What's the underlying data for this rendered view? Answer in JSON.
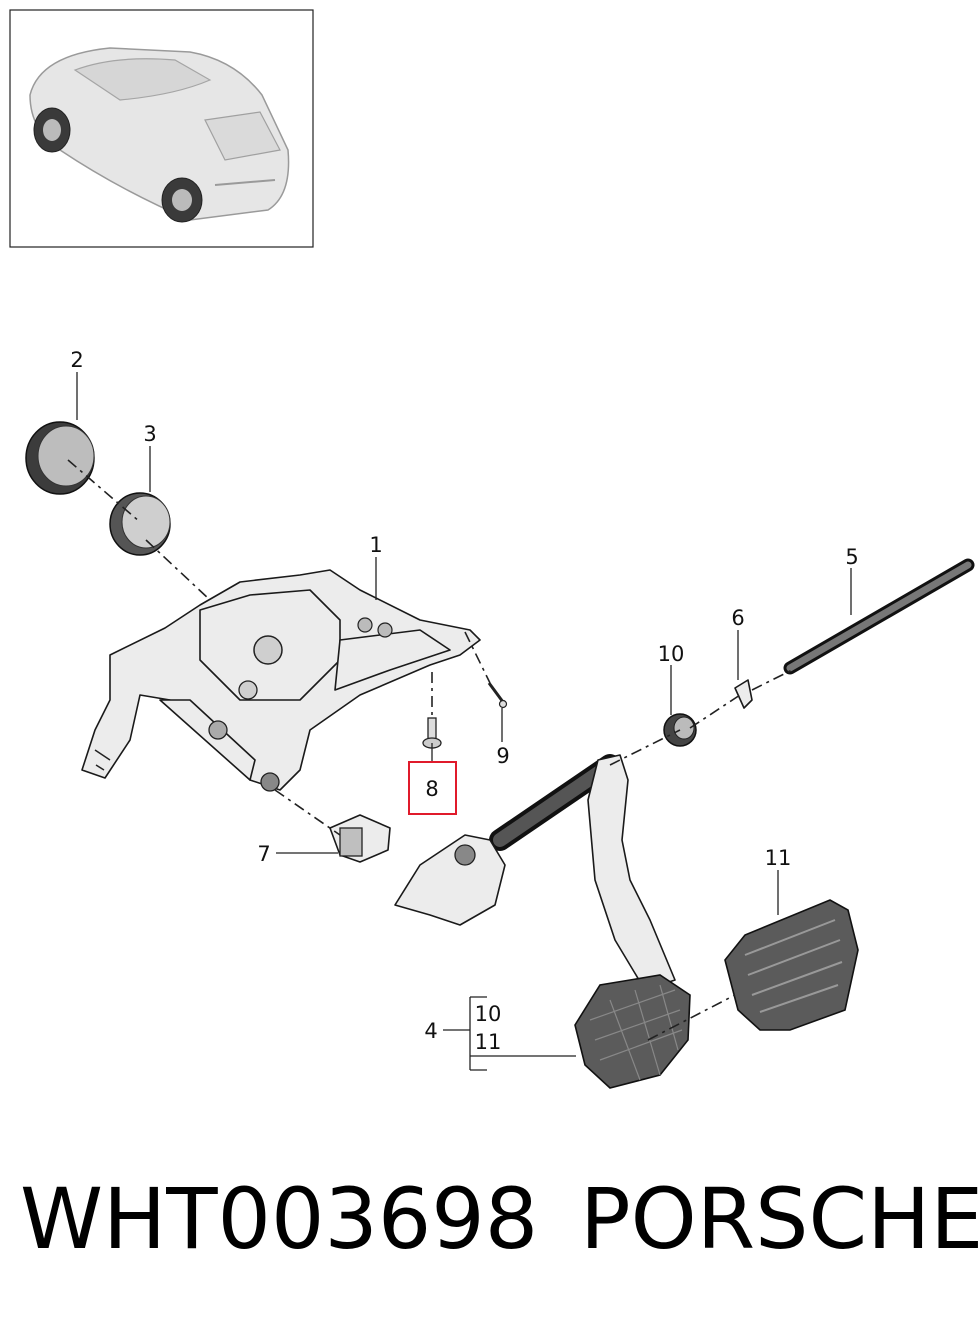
{
  "callouts": {
    "c1": "1",
    "c2": "2",
    "c3": "3",
    "c4": "4",
    "c5": "5",
    "c6": "6",
    "c7": "7",
    "c8": "8",
    "c9": "9",
    "c10": "10",
    "c11": "11",
    "group_10": "10",
    "group_11": "11"
  },
  "highlight": {
    "part": "8",
    "color": "#e01a2b"
  },
  "caption": {
    "part_number": "WHT003698",
    "brand": "PORSCHE"
  }
}
